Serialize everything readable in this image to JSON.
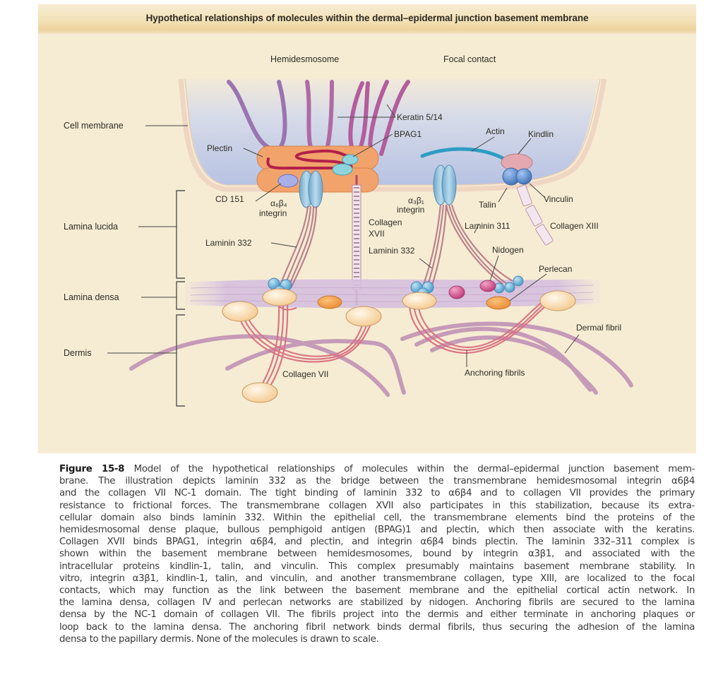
{
  "figure": {
    "title": "Hypothetical relationships of molecules within the dermal–epidermal junction basement membrane",
    "colors": {
      "background": "#f6ecd3",
      "cell_interior": "#c5cde6",
      "cell_membrane": "#f1d9c6",
      "plaque": "#f2a36b",
      "keratin": "#b35d9c",
      "plectin": "#b2204a",
      "integrin": "#8fbcd6",
      "laminin": "#b0707f",
      "lamina_densa": "#d8c0e0",
      "anchoring_plaque": "#f7dcb0",
      "collagen_vii": "#d9707f",
      "dermal_fibril": "#c59bb8",
      "nidogen": "#d0508a",
      "perlecan": "#f0a050",
      "talin_vinculin": "#5b86c8",
      "kindlin": "#e0a0a8",
      "actin": "#2e9cc4"
    },
    "region_headers": {
      "hemidesmosome": "Hemidesmosome",
      "focal_contact": "Focal contact"
    },
    "layer_labels": {
      "cell_membrane": "Cell membrane",
      "lamina_lucida": "Lamina lucida",
      "lamina_densa": "Lamina densa",
      "dermis": "Dermis"
    },
    "molecule_labels": {
      "keratin": "Keratin 5/14",
      "bpag1": "BPAG1",
      "plectin": "Plectin",
      "cd151": "CD 151",
      "a6b4_line1": "α₆β₄",
      "a6b4_line2": "integrin",
      "laminin332_left": "Laminin 332",
      "a3b1_line1": "α₃β₁",
      "a3b1_line2": "integrin",
      "collagen17_line1": "Collagen",
      "collagen17_line2": "XVII",
      "laminin332_mid": "Laminin 332",
      "actin": "Actin",
      "kindlin": "Kindlin",
      "talin": "Talin",
      "vinculin": "Vinculin",
      "laminin311": "Laminin 311",
      "collagen13": "Collagen XIII",
      "nidogen": "Nidogen",
      "perlecan": "Perlecan",
      "dermal_fibril": "Dermal fibril",
      "collagen7": "Collagen VII",
      "anchoring_fibrils": "Anchoring fibrils"
    }
  },
  "caption": {
    "lead": "Figure 15-8",
    "lines": [
      "Model of the hypothetical relationships of molecules within the dermal–epidermal junction basement mem-",
      "brane. The illustration depicts laminin 332 as the bridge between the transmembrane hemidesmosomal integrin α6β4",
      "and the collagen VII NC-1 domain. The tight binding of laminin 332 to α6β4 and to collagen VII provides the primary",
      "resistance to frictional forces. The transmembrane collagen XVII also participates in this stabilization, because its extra-",
      "cellular domain also binds laminin 332. Within the epithelial cell, the transmembrane elements bind the proteins of the",
      "hemidesmosomal dense plaque, bullous pemphigoid antigen (BPAG)1 and plectin, which then associate with the keratins.",
      "Collagen XVII binds BPAG1, integrin α6β4, and plectin, and integrin α6β4 binds plectin. The laminin 332–311 complex is",
      "shown within the basement membrane between hemidesmosomes, bound by integrin α3β1, and associated with the",
      "intracellular proteins kindlin-1, talin, and vinculin. This complex presumably maintains basement membrane stability. In",
      "vitro, integrin α3β1, kindlin-1, talin, and vinculin, and another transmembrane collagen, type XIII, are localized to the focal",
      "contacts, which may function as the link between the basement membrane and the epithelial cortical actin network. In",
      "the lamina densa, collagen IV and perlecan networks are stabilized by nidogen. Anchoring fibrils are secured to the lamina",
      "densa by the NC-1 domain of collagen VII. The fibrils project into the dermis and either terminate in anchoring plaques or",
      "loop back to the lamina densa. The anchoring fibril network binds dermal fibrils, thus securing the adhesion of the lamina",
      "densa to the papillary dermis. None of the molecules is drawn to scale."
    ]
  }
}
